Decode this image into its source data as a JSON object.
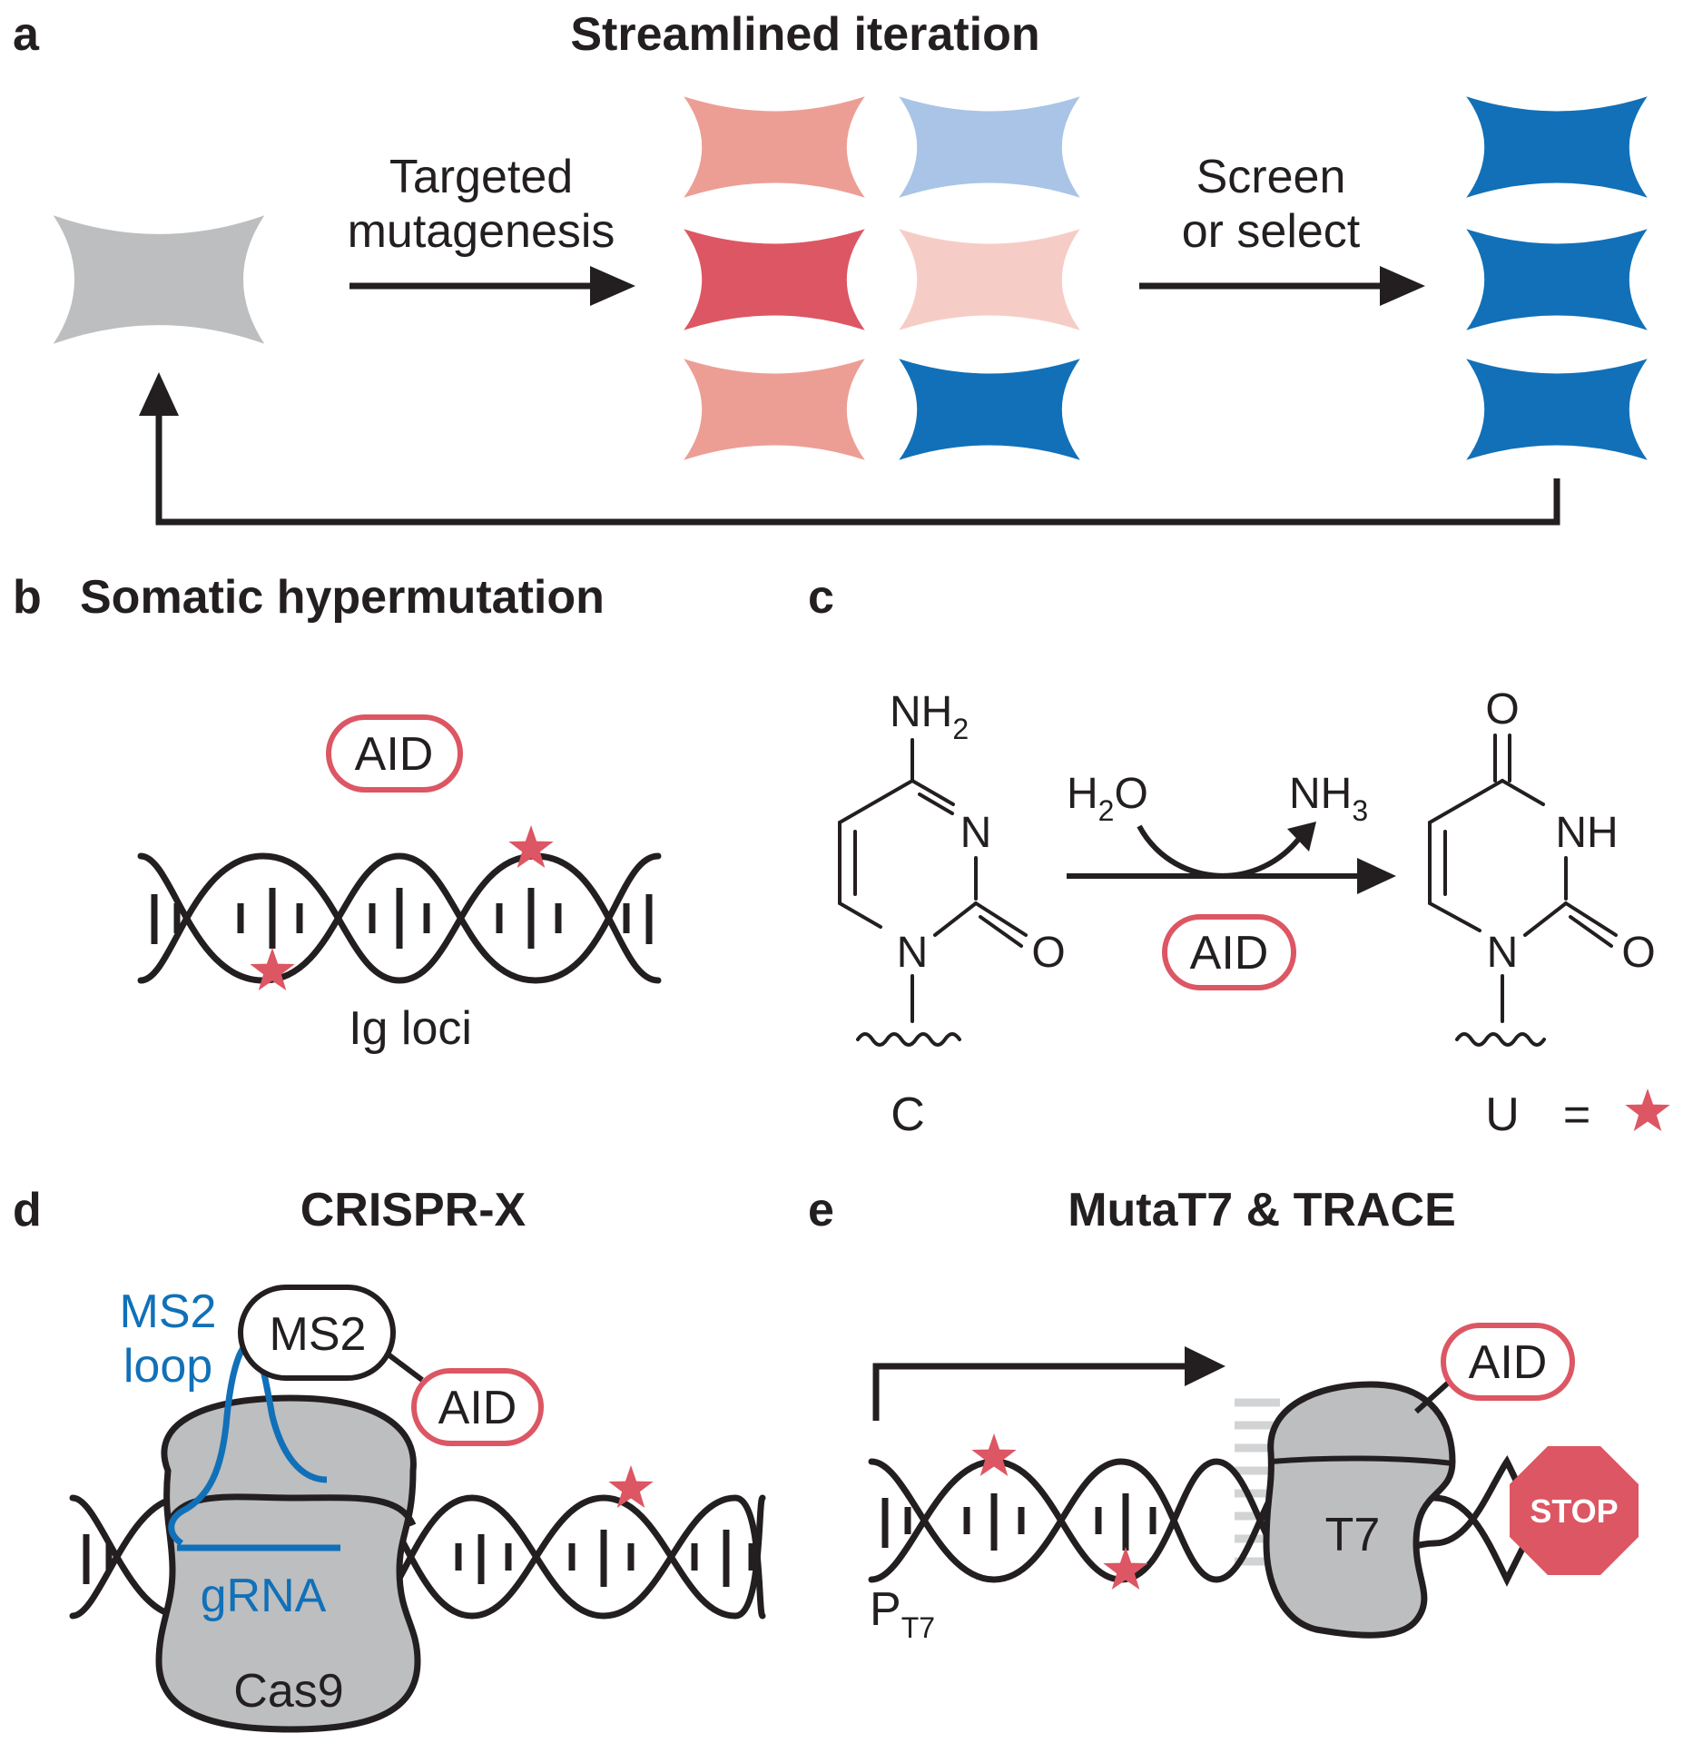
{
  "colors": {
    "ink": "#231f20",
    "gray": "#bcbec0",
    "red_dark": "#dd5663",
    "red_mid": "#ec9e95",
    "red_light": "#f6cdc6",
    "blue_light": "#a9c4e6",
    "blue_dark": "#1170b8",
    "stop_red": "#dd5663"
  },
  "panel_a": {
    "letter": "a",
    "title": "Streamlined iteration",
    "arrow1_label_line1": "Targeted",
    "arrow1_label_line2": "mutagenesis",
    "arrow2_label_line1": "Screen",
    "arrow2_label_line2": "or select"
  },
  "panel_b": {
    "letter": "b",
    "title": "Somatic hypermutation",
    "enzyme": "AID",
    "locus_label": "Ig loci"
  },
  "panel_c": {
    "letter": "c",
    "enzyme": "AID",
    "reagent_in": "H2O",
    "reagent_out": "NH3",
    "substrate_label": "C",
    "product_label": "U",
    "equals": "=",
    "atoms": {
      "nh2": "NH",
      "nh2_sub": "2",
      "n": "N",
      "o": "O",
      "nh": "NH",
      "h": "H",
      "h2o_sub": "2",
      "nh3_sub": "3"
    }
  },
  "panel_d": {
    "letter": "d",
    "title": "CRISPR-X",
    "loop_label_line1": "MS2",
    "loop_label_line2": "loop",
    "coat_protein": "MS2",
    "enzyme": "AID",
    "guide": "gRNA",
    "nuclease": "Cas9"
  },
  "panel_e": {
    "letter": "e",
    "title": "MutaT7 & TRACE",
    "enzyme": "AID",
    "polymerase": "T7",
    "stop": "STOP",
    "promoter": "P",
    "promoter_sub": "T7"
  }
}
